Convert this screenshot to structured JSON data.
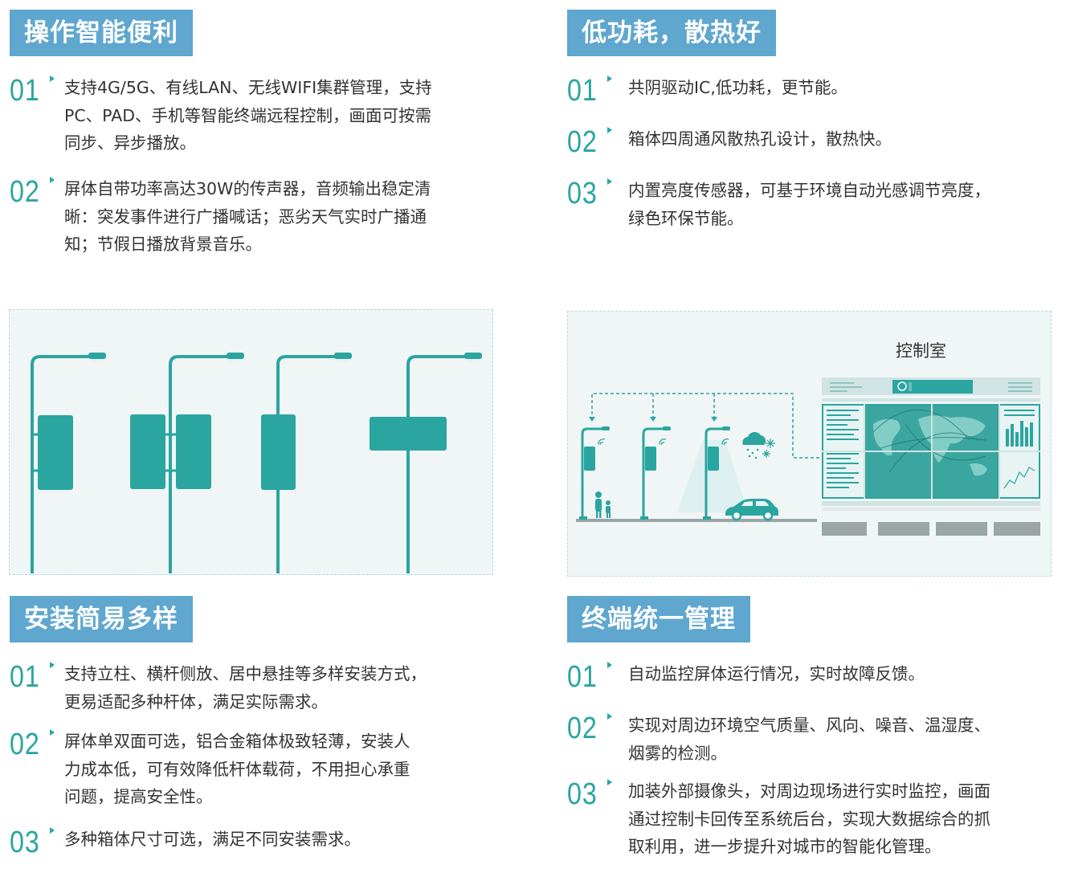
{
  "sections": {
    "control": {
      "title": "操作智能便利",
      "items": [
        {
          "num": "01",
          "lines": [
            "支持4G/5G、有线LAN、无线WIFI集群管理，支持",
            "PC、PAD、手机等智能终端远程控制，画面可按需",
            "同步、异步播放。"
          ]
        },
        {
          "num": "02",
          "lines": [
            "屏体自带功率高达30W的传声器，音频输出稳定清",
            "晰：突发事件进行广播喊话；恶劣天气实时广播通",
            "知；节假日播放背景音乐。"
          ]
        }
      ]
    },
    "power": {
      "title": "低功耗，散热好",
      "items": [
        {
          "num": "01",
          "lines": [
            "共阴驱动IC,低功耗，更节能。"
          ]
        },
        {
          "num": "02",
          "lines": [
            "箱体四周通风散热孔设计，散热快。"
          ]
        },
        {
          "num": "03",
          "lines": [
            "内置亮度传感器，可基于环境自动光感调节亮度，",
            "绿色环保节能。"
          ]
        }
      ]
    },
    "install": {
      "title": "安装简易多样",
      "items": [
        {
          "num": "01",
          "lines": [
            "支持立柱、横杆侧放、居中悬挂等多样安装方式，",
            "更易适配多种杆体，满足实际需求。"
          ]
        },
        {
          "num": "02",
          "lines": [
            "屏体单双面可选，铝合金箱体极致轻薄，安装人",
            "力成本低，可有效降低杆体载荷，不用担心承重",
            "问题，提高安全性。"
          ]
        },
        {
          "num": "03",
          "lines": [
            "多种箱体尺寸可选，满足不同安装需求。"
          ]
        }
      ]
    },
    "terminal": {
      "title": "终端统一管理",
      "items": [
        {
          "num": "01",
          "lines": [
            "自动监控屏体运行情况，实时故障反馈。"
          ]
        },
        {
          "num": "02",
          "lines": [
            "实现对周边环境空气质量、风向、噪音、温湿度、",
            "烟雾的检测。"
          ]
        },
        {
          "num": "03",
          "lines": [
            "加装外部摄像头，对周边现场进行实时监控，画面",
            "通过控制卡回传至系统后台，实现大数据综合的抓",
            "取利用，进一步提升对城市的智能化管理。"
          ]
        }
      ]
    }
  },
  "illustration_right": {
    "room_label": "控制室",
    "wall_header": "控制室"
  },
  "colors": {
    "title_bg": "#5fa7cf",
    "accent": "#2aa5a0",
    "illus_bg": "#f0f5f5"
  }
}
